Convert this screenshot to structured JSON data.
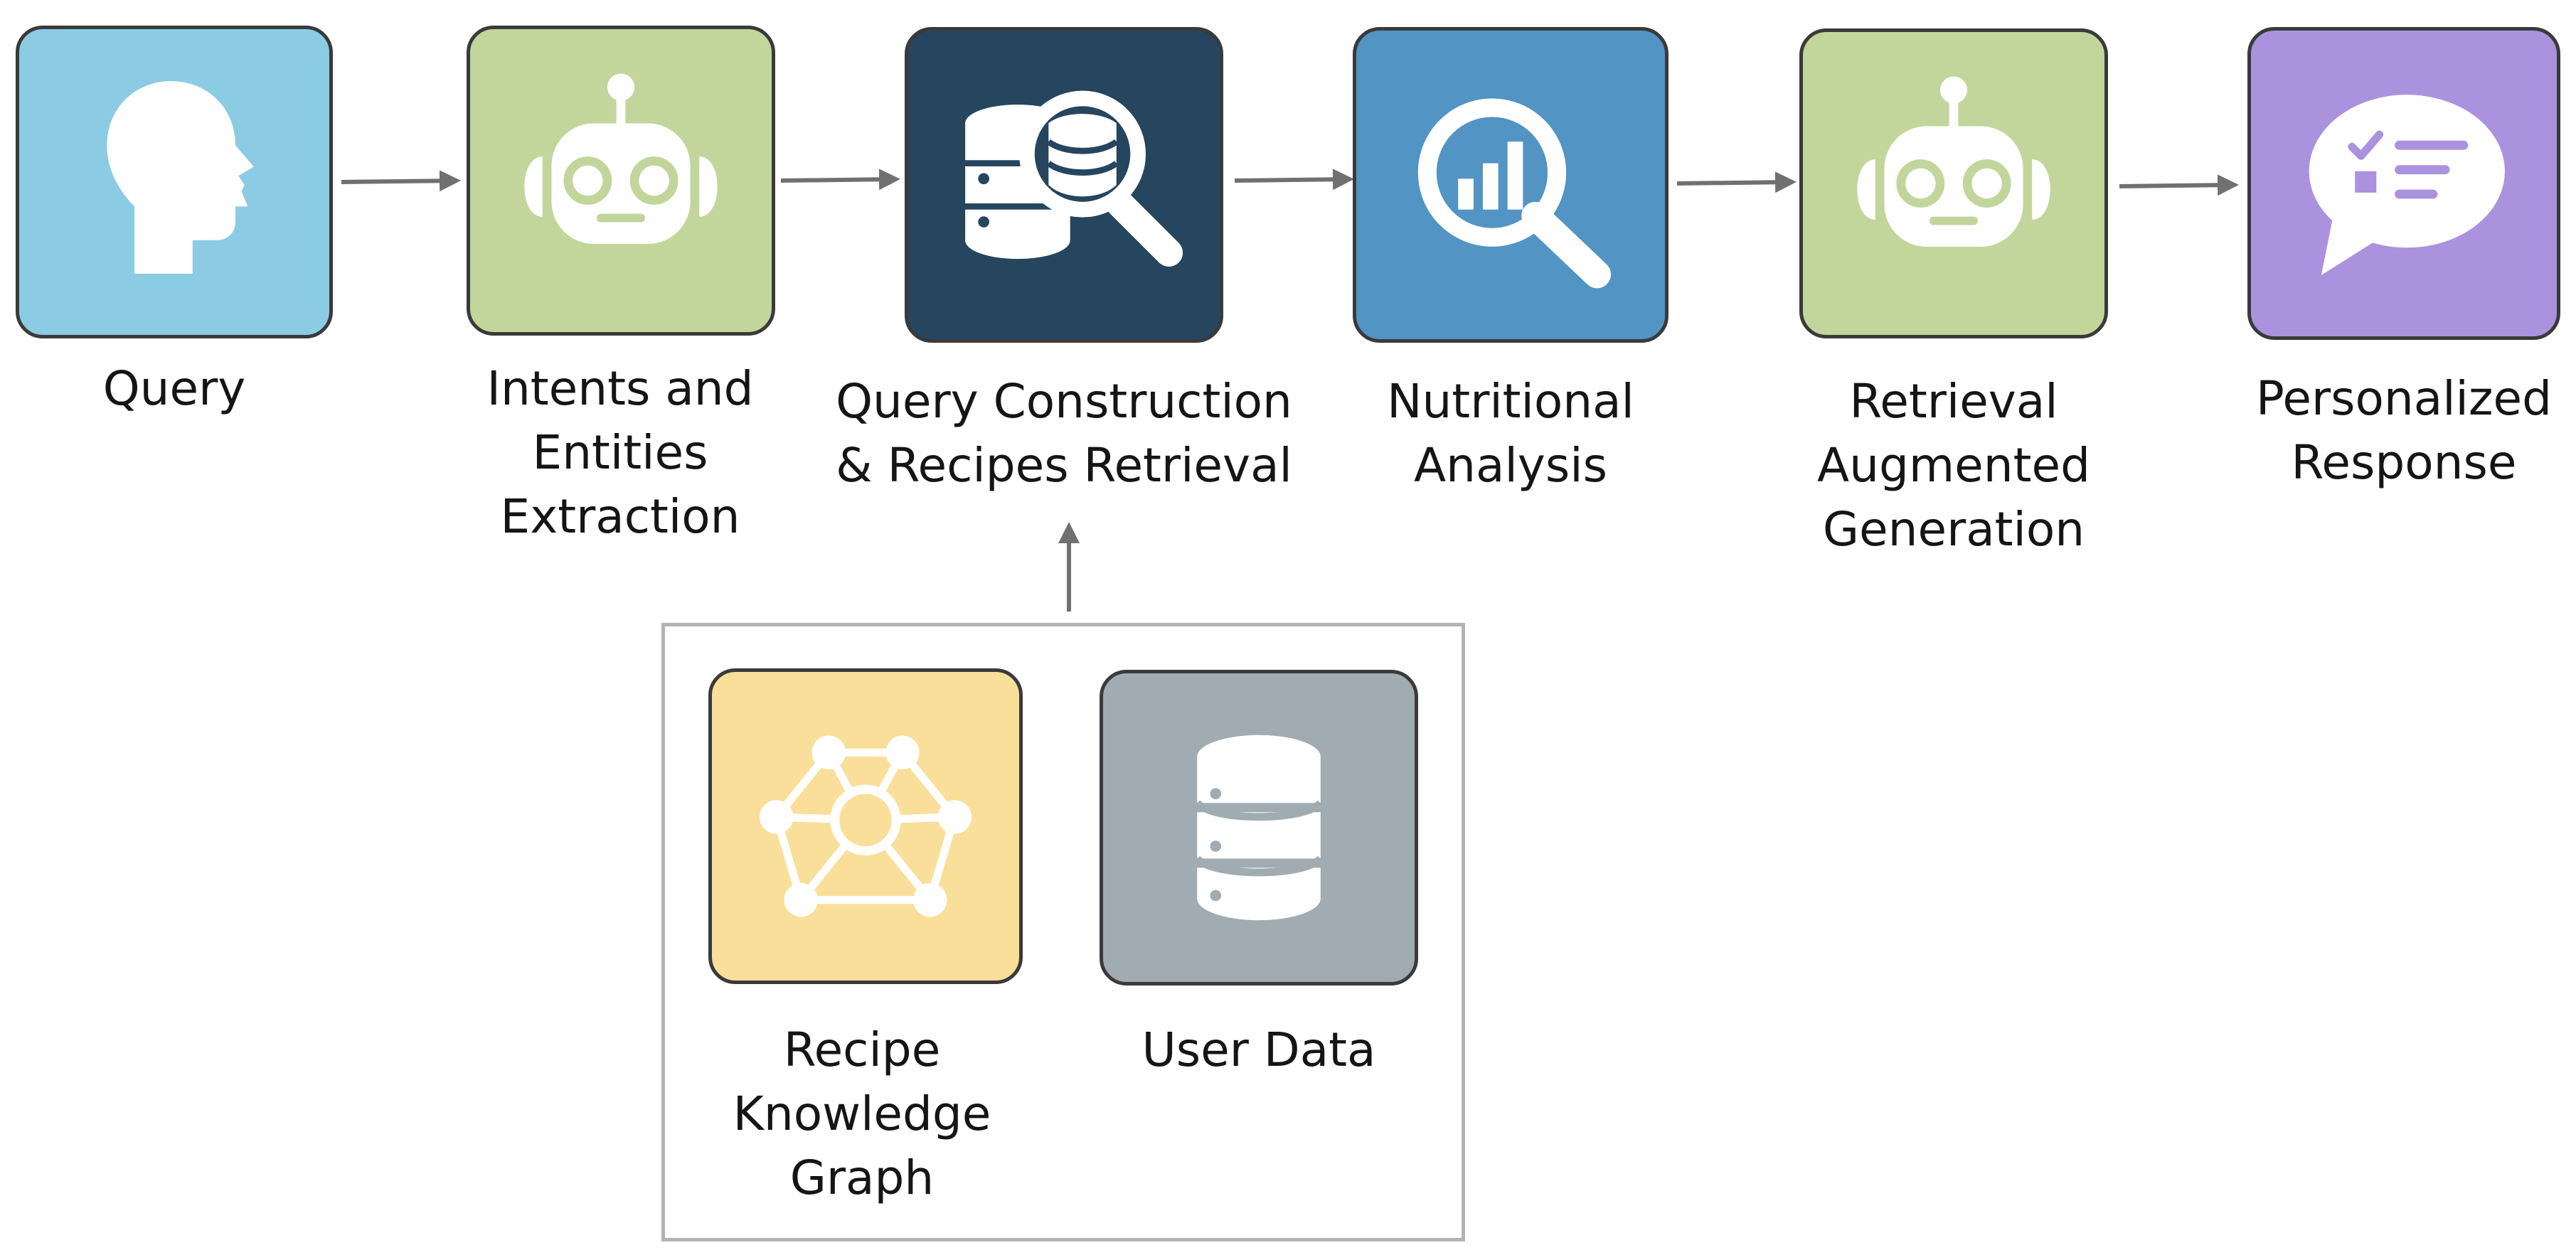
{
  "diagram": {
    "pipeline": [
      {
        "id": "query",
        "label": "Query",
        "icon": "head-silhouette-icon",
        "color": "#8ccbe4"
      },
      {
        "id": "extraction",
        "label": "Intents and\nEntities\nExtraction",
        "icon": "robot-icon",
        "color": "#c2d69c"
      },
      {
        "id": "retrieval",
        "label": "Query Construction\n& Recipes Retrieval",
        "icon": "database-search-icon",
        "color": "#26455f"
      },
      {
        "id": "nutrition",
        "label": "Nutritional\nAnalysis",
        "icon": "chart-search-icon",
        "color": "#5294c3"
      },
      {
        "id": "rag",
        "label": "Retrieval\nAugmented\nGeneration",
        "icon": "robot-icon",
        "color": "#c2d69c"
      },
      {
        "id": "response",
        "label": "Personalized\nResponse",
        "icon": "chat-checklist-icon",
        "color": "#ab92de"
      }
    ],
    "sources": [
      {
        "id": "kg",
        "label": "Recipe\nKnowledge\nGraph",
        "icon": "network-graph-icon",
        "color": "#f9df99"
      },
      {
        "id": "userdata",
        "label": "User Data",
        "icon": "database-icon",
        "color": "#a1abb2"
      }
    ],
    "arrow_color": "#707070",
    "group_border_color": "#b3b3b3"
  }
}
